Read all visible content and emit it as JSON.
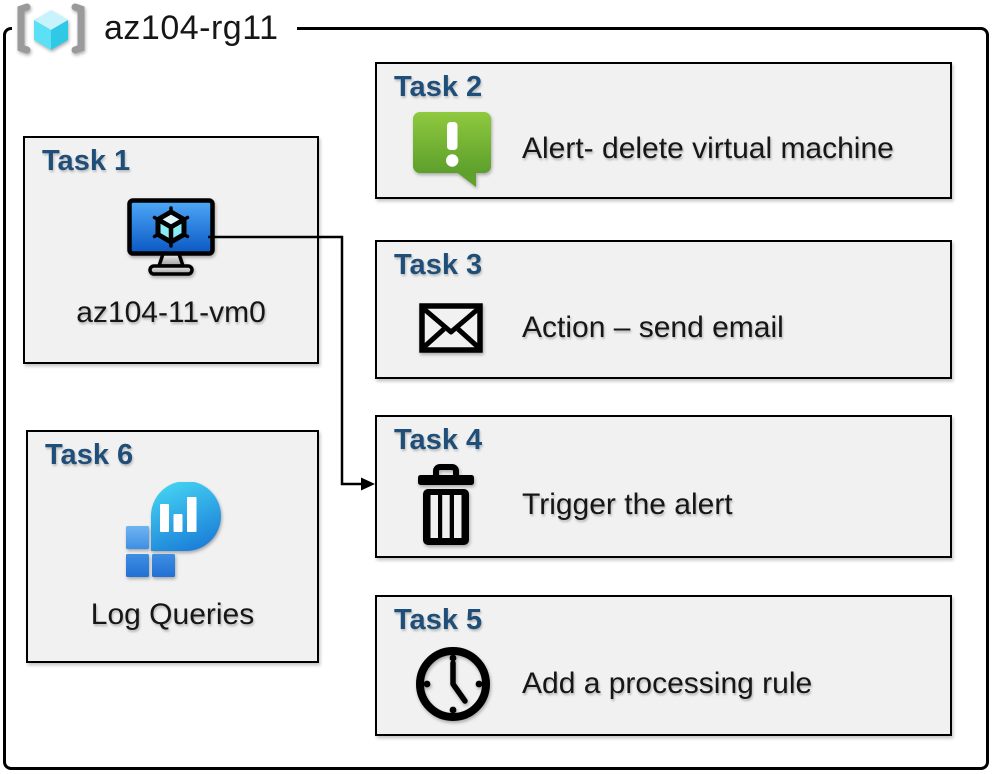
{
  "resource_group": {
    "label": "az104-rg11",
    "icon": "resource-group-icon"
  },
  "tasks": [
    {
      "title": "Task 1",
      "label": "az104-11-vm0",
      "icon": "virtual-machine-icon"
    },
    {
      "title": "Task 2",
      "label": "Alert- delete virtual machine",
      "icon": "alert-message-icon"
    },
    {
      "title": "Task 3",
      "label": "Action – send email",
      "icon": "email-envelope-icon"
    },
    {
      "title": "Task 4",
      "label": "Trigger the alert",
      "icon": "trash-delete-icon"
    },
    {
      "title": "Task 5",
      "label": "Add a processing rule",
      "icon": "clock-icon"
    },
    {
      "title": "Task 6",
      "label": "Log Queries",
      "icon": "log-queries-icon"
    }
  ],
  "connector": {
    "from": "task-1-virtual-machine",
    "to": "task-4"
  },
  "colors": {
    "task_title_blue": "#1F4E79",
    "box_background": "#F1F1F1",
    "border_black": "#000000",
    "alert_green": "#76B42E",
    "vm_screen_blue": "#1470DB",
    "log_queries_teal": "#2BB3E8",
    "rg_cube_cyan": "#50E6FF",
    "bracket_gray": "#9A9A9A"
  }
}
